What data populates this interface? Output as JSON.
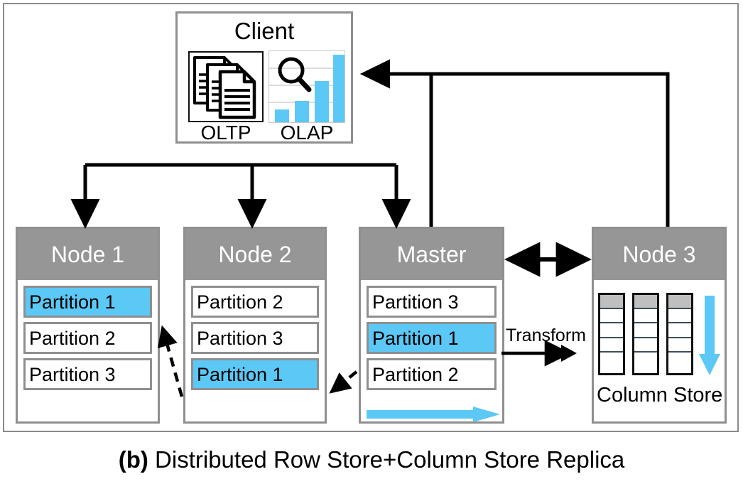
{
  "figure": {
    "caption_label": "(b)",
    "caption_text": "Distributed Row Store+Column Store Replica"
  },
  "client": {
    "title": "Client",
    "oltp": {
      "label": "OLTP",
      "icon": "stacked-documents-icon"
    },
    "olap": {
      "label": "OLAP",
      "icon": "bar-chart-magnifier-icon",
      "bars": [
        18,
        30,
        58,
        95
      ]
    }
  },
  "nodes": [
    {
      "id": "node1",
      "title": "Node 1",
      "partitions": [
        {
          "label": "Partition 1",
          "highlight": true
        },
        {
          "label": "Partition 2",
          "highlight": false
        },
        {
          "label": "Partition 3",
          "highlight": false
        }
      ]
    },
    {
      "id": "node2",
      "title": "Node 2",
      "partitions": [
        {
          "label": "Partition 2",
          "highlight": false
        },
        {
          "label": "Partition 3",
          "highlight": false
        },
        {
          "label": "Partition 1",
          "highlight": true
        }
      ]
    },
    {
      "id": "master",
      "title": "Master",
      "partitions": [
        {
          "label": "Partition 3",
          "highlight": false
        },
        {
          "label": "Partition 1",
          "highlight": true
        },
        {
          "label": "Partition 2",
          "highlight": false
        }
      ]
    },
    {
      "id": "node3",
      "title": "Node 3",
      "column_store_label": "Column Store",
      "column_store": {
        "columns": 3,
        "cells_per_column": 5,
        "header_cells_shaded": true
      }
    }
  ],
  "edges": {
    "transform_label": "Transform"
  },
  "colors": {
    "accent_blue": "#5CC8F5",
    "node_header_gray": "#969696",
    "border_gray": "#8f8f8f",
    "cell_shade_gray": "#bfbfbf",
    "line_black": "#000000"
  }
}
